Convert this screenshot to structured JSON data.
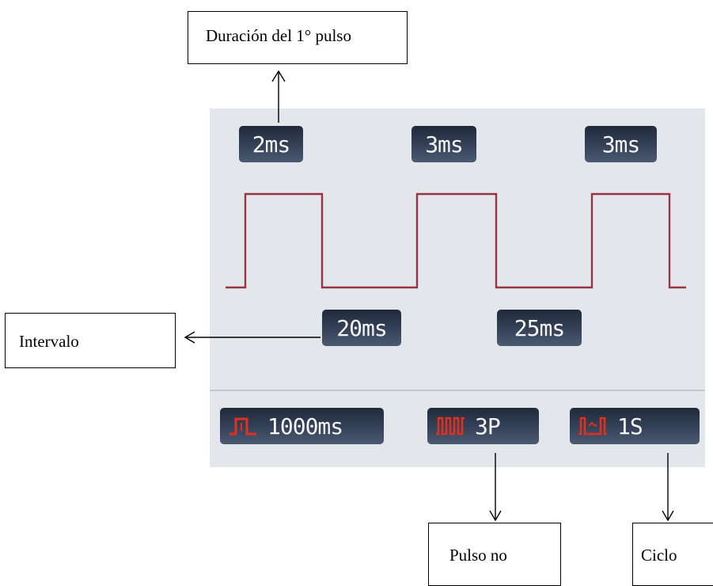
{
  "callouts": {
    "duracion": "Duración del 1° pulso",
    "intervalo": "Intervalo",
    "pulso": "Pulso no",
    "ciclo": "Ciclo"
  },
  "screen": {
    "pulse_durations": [
      "2ms",
      "3ms",
      "3ms"
    ],
    "intervals": [
      "20ms",
      "25ms"
    ],
    "bottom": {
      "period": "1000ms",
      "pulse_count": "3P",
      "cycle": "1S"
    }
  },
  "colors": {
    "screen_bg": "#e3e6ea",
    "label_bg": "#2c3647",
    "label_text": "#f4f6f8",
    "waveform": "#9b3344",
    "icon_red": "#e0311f"
  },
  "icons": {
    "period": "single-pulse-icon",
    "pulse_count": "pulse-train-icon",
    "cycle": "cycle-icon"
  }
}
